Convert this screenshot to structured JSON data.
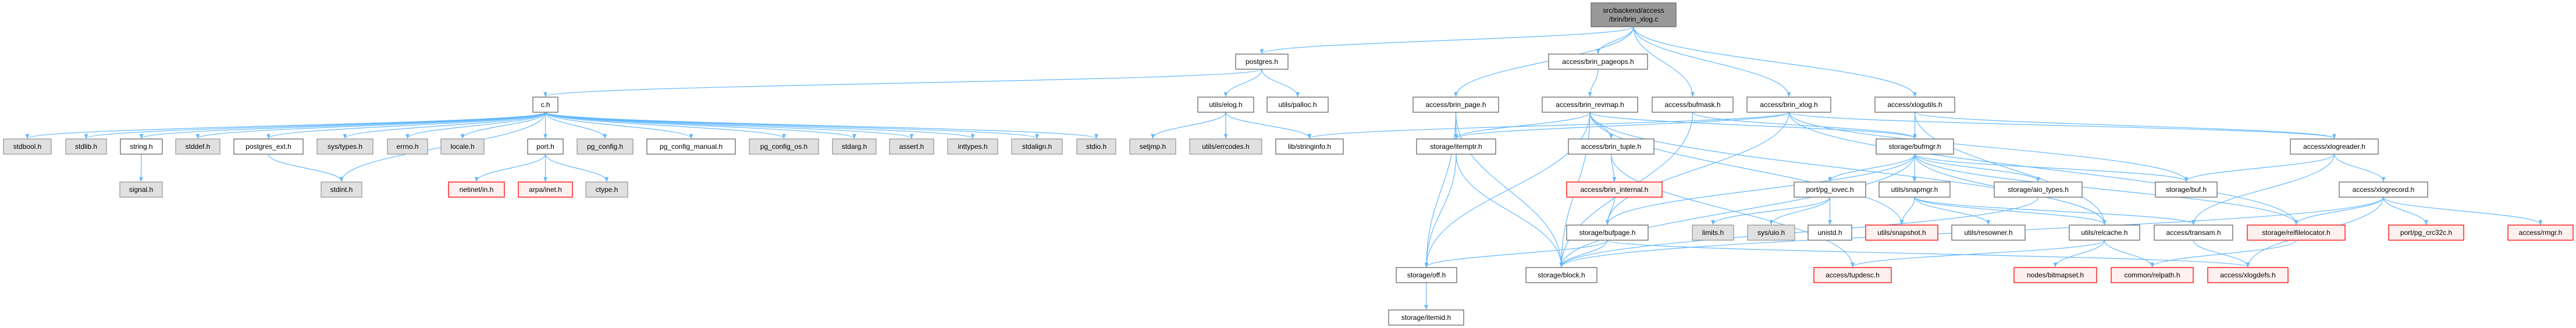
{
  "graph_title": "src/backend/access/brin/brin_xlog.c",
  "colors": {
    "edge": "#63b8ff",
    "root_fill": "#999999",
    "external_fill": "#e0e0e0",
    "missing_fill": "#fff0f0",
    "missing_stroke": "#ff0000"
  },
  "nodes": [
    {
      "id": "root",
      "label": [
        "src/backend/access",
        "/brin/brin_xlog.c"
      ],
      "kind": "root"
    },
    {
      "id": "postgres",
      "label": "postgres.h",
      "kind": "doc"
    },
    {
      "id": "brin_pageops",
      "label": "access/brin_pageops.h",
      "kind": "doc"
    },
    {
      "id": "c",
      "label": "c.h",
      "kind": "doc"
    },
    {
      "id": "elog",
      "label": "utils/elog.h",
      "kind": "doc"
    },
    {
      "id": "palloc",
      "label": "utils/palloc.h",
      "kind": "doc"
    },
    {
      "id": "brin_page",
      "label": "access/brin_page.h",
      "kind": "doc"
    },
    {
      "id": "brin_revmap",
      "label": "access/brin_revmap.h",
      "kind": "doc"
    },
    {
      "id": "bufmask",
      "label": "access/bufmask.h",
      "kind": "doc"
    },
    {
      "id": "brin_xlog",
      "label": "access/brin_xlog.h",
      "kind": "doc"
    },
    {
      "id": "xlogutils",
      "label": "access/xlogutils.h",
      "kind": "doc"
    },
    {
      "id": "stdbool",
      "label": "stdbool.h",
      "kind": "ext"
    },
    {
      "id": "stdlib",
      "label": "stdlib.h",
      "kind": "ext"
    },
    {
      "id": "string",
      "label": "string.h",
      "kind": "doc"
    },
    {
      "id": "stddef",
      "label": "stddef.h",
      "kind": "ext"
    },
    {
      "id": "postgres_ext",
      "label": "postgres_ext.h",
      "kind": "doc"
    },
    {
      "id": "systypes",
      "label": "sys/types.h",
      "kind": "ext"
    },
    {
      "id": "errno",
      "label": "errno.h",
      "kind": "ext"
    },
    {
      "id": "locale",
      "label": "locale.h",
      "kind": "ext"
    },
    {
      "id": "port",
      "label": "port.h",
      "kind": "doc"
    },
    {
      "id": "pg_config",
      "label": "pg_config.h",
      "kind": "ext"
    },
    {
      "id": "pg_config_manual",
      "label": "pg_config_manual.h",
      "kind": "doc"
    },
    {
      "id": "pg_config_os",
      "label": "pg_config_os.h",
      "kind": "ext"
    },
    {
      "id": "stdarg",
      "label": "stdarg.h",
      "kind": "ext"
    },
    {
      "id": "assert",
      "label": "assert.h",
      "kind": "ext"
    },
    {
      "id": "inttypes",
      "label": "inttypes.h",
      "kind": "ext"
    },
    {
      "id": "stdalign",
      "label": "stdalign.h",
      "kind": "ext"
    },
    {
      "id": "stdio",
      "label": "stdio.h",
      "kind": "ext"
    },
    {
      "id": "setjmp",
      "label": "setjmp.h",
      "kind": "ext"
    },
    {
      "id": "errcodes",
      "label": "utils/errcodes.h",
      "kind": "ext"
    },
    {
      "id": "stringinfo",
      "label": "lib/stringinfo.h",
      "kind": "doc"
    },
    {
      "id": "itemptr",
      "label": "storage/itemptr.h",
      "kind": "doc"
    },
    {
      "id": "brin_tuple",
      "label": "access/brin_tuple.h",
      "kind": "doc"
    },
    {
      "id": "bufmgr",
      "label": "storage/bufmgr.h",
      "kind": "doc"
    },
    {
      "id": "xlogreader",
      "label": "access/xlogreader.h",
      "kind": "doc"
    },
    {
      "id": "signal",
      "label": "signal.h",
      "kind": "ext"
    },
    {
      "id": "stdint",
      "label": "stdint.h",
      "kind": "ext"
    },
    {
      "id": "netinet",
      "label": "netinet/in.h",
      "kind": "missing"
    },
    {
      "id": "arpainet",
      "label": "arpa/inet.h",
      "kind": "missing"
    },
    {
      "id": "ctype",
      "label": "ctype.h",
      "kind": "ext"
    },
    {
      "id": "brin_internal",
      "label": "access/brin_internal.h",
      "kind": "missing"
    },
    {
      "id": "pg_iovec",
      "label": "port/pg_iovec.h",
      "kind": "doc"
    },
    {
      "id": "snapmgr",
      "label": "utils/snapmgr.h",
      "kind": "doc"
    },
    {
      "id": "aio_types",
      "label": "storage/aio_types.h",
      "kind": "doc"
    },
    {
      "id": "buf",
      "label": "storage/buf.h",
      "kind": "doc"
    },
    {
      "id": "xlogrecord",
      "label": "access/xlogrecord.h",
      "kind": "doc"
    },
    {
      "id": "bufpage",
      "label": "storage/bufpage.h",
      "kind": "doc"
    },
    {
      "id": "limits",
      "label": "limits.h",
      "kind": "ext"
    },
    {
      "id": "sysuio",
      "label": "sys/uio.h",
      "kind": "ext"
    },
    {
      "id": "unistd",
      "label": "unistd.h",
      "kind": "doc"
    },
    {
      "id": "snapshot",
      "label": "utils/snapshot.h",
      "kind": "missing"
    },
    {
      "id": "resowner",
      "label": "utils/resowner.h",
      "kind": "doc"
    },
    {
      "id": "relcache",
      "label": "utils/relcache.h",
      "kind": "doc"
    },
    {
      "id": "transam",
      "label": "access/transam.h",
      "kind": "doc"
    },
    {
      "id": "relfilelocator",
      "label": "storage/relfilelocator.h",
      "kind": "missing"
    },
    {
      "id": "pg_crc32c",
      "label": "port/pg_crc32c.h",
      "kind": "missing"
    },
    {
      "id": "rmgr",
      "label": "access/rmgr.h",
      "kind": "missing"
    },
    {
      "id": "off",
      "label": "storage/off.h",
      "kind": "doc"
    },
    {
      "id": "block",
      "label": "storage/block.h",
      "kind": "doc"
    },
    {
      "id": "tupdesc",
      "label": "access/tupdesc.h",
      "kind": "missing"
    },
    {
      "id": "bitmapset",
      "label": "nodes/bitmapset.h",
      "kind": "missing"
    },
    {
      "id": "relpath",
      "label": "common/relpath.h",
      "kind": "missing"
    },
    {
      "id": "xlogdefs",
      "label": "access/xlogdefs.h",
      "kind": "missing"
    },
    {
      "id": "itemid",
      "label": "storage/itemid.h",
      "kind": "doc"
    }
  ],
  "edges": [
    [
      "root",
      "postgres"
    ],
    [
      "root",
      "brin_page"
    ],
    [
      "root",
      "brin_pageops"
    ],
    [
      "root",
      "bufmask"
    ],
    [
      "root",
      "brin_xlog"
    ],
    [
      "root",
      "xlogutils"
    ],
    [
      "postgres",
      "c"
    ],
    [
      "postgres",
      "elog"
    ],
    [
      "postgres",
      "palloc"
    ],
    [
      "c",
      "stdbool"
    ],
    [
      "c",
      "stdlib"
    ],
    [
      "c",
      "string"
    ],
    [
      "c",
      "stddef"
    ],
    [
      "c",
      "postgres_ext"
    ],
    [
      "c",
      "systypes"
    ],
    [
      "c",
      "errno"
    ],
    [
      "c",
      "locale"
    ],
    [
      "c",
      "port"
    ],
    [
      "c",
      "pg_config"
    ],
    [
      "c",
      "pg_config_manual"
    ],
    [
      "c",
      "pg_config_os"
    ],
    [
      "c",
      "stdarg"
    ],
    [
      "c",
      "assert"
    ],
    [
      "c",
      "inttypes"
    ],
    [
      "c",
      "stdalign"
    ],
    [
      "c",
      "stdio"
    ],
    [
      "c",
      "stdint"
    ],
    [
      "string",
      "signal"
    ],
    [
      "postgres_ext",
      "stdint"
    ],
    [
      "port",
      "netinet"
    ],
    [
      "port",
      "arpainet"
    ],
    [
      "port",
      "ctype"
    ],
    [
      "elog",
      "setjmp"
    ],
    [
      "elog",
      "errcodes"
    ],
    [
      "elog",
      "stringinfo"
    ],
    [
      "brin_page",
      "itemptr"
    ],
    [
      "brin_page",
      "off"
    ],
    [
      "brin_page",
      "block"
    ],
    [
      "brin_pageops",
      "brin_revmap"
    ],
    [
      "brin_revmap",
      "itemptr"
    ],
    [
      "brin_revmap",
      "brin_tuple"
    ],
    [
      "brin_revmap",
      "block"
    ],
    [
      "brin_revmap",
      "off"
    ],
    [
      "brin_revmap",
      "snapshot"
    ],
    [
      "brin_revmap",
      "bufmgr"
    ],
    [
      "brin_revmap",
      "relcache"
    ],
    [
      "bufmask",
      "bufmgr"
    ],
    [
      "bufmask",
      "block"
    ],
    [
      "brin_xlog",
      "stringinfo"
    ],
    [
      "brin_xlog",
      "itemptr"
    ],
    [
      "brin_xlog",
      "bufpage"
    ],
    [
      "brin_xlog",
      "xlogreader"
    ],
    [
      "brin_xlog",
      "buf"
    ],
    [
      "brin_xlog",
      "relfilelocator"
    ],
    [
      "xlogutils",
      "xlogreader"
    ],
    [
      "xlogutils",
      "bufmgr"
    ],
    [
      "xlogutils",
      "relcache"
    ],
    [
      "bufmgr",
      "bufpage"
    ],
    [
      "bufmgr",
      "block"
    ],
    [
      "bufmgr",
      "pg_iovec"
    ],
    [
      "bufmgr",
      "snapmgr"
    ],
    [
      "bufmgr",
      "aio_types"
    ],
    [
      "bufmgr",
      "buf"
    ],
    [
      "bufmgr",
      "relfilelocator"
    ],
    [
      "bufmgr",
      "relcache"
    ],
    [
      "brin_tuple",
      "brin_internal"
    ],
    [
      "brin_tuple",
      "tupdesc"
    ],
    [
      "brin_internal",
      "bufpage"
    ],
    [
      "itemptr",
      "off"
    ],
    [
      "itemptr",
      "block"
    ],
    [
      "bufpage",
      "off"
    ],
    [
      "bufpage",
      "block"
    ],
    [
      "bufpage",
      "xlogdefs"
    ],
    [
      "off",
      "itemid"
    ],
    [
      "pg_iovec",
      "limits"
    ],
    [
      "pg_iovec",
      "sysuio"
    ],
    [
      "pg_iovec",
      "unistd"
    ],
    [
      "snapmgr",
      "snapshot"
    ],
    [
      "snapmgr",
      "resowner"
    ],
    [
      "snapmgr",
      "relcache"
    ],
    [
      "snapmgr",
      "transam"
    ],
    [
      "aio_types",
      "block"
    ],
    [
      "xlogreader",
      "buf"
    ],
    [
      "xlogreader",
      "transam"
    ],
    [
      "xlogreader",
      "xlogrecord"
    ],
    [
      "xlogrecord",
      "relfilelocator"
    ],
    [
      "xlogrecord",
      "pg_crc32c"
    ],
    [
      "xlogrecord",
      "rmgr"
    ],
    [
      "xlogrecord",
      "xlogdefs"
    ],
    [
      "xlogrecord",
      "block"
    ],
    [
      "relcache",
      "bitmapset"
    ],
    [
      "relcache",
      "relpath"
    ],
    [
      "relcache",
      "tupdesc"
    ],
    [
      "transam",
      "xlogdefs"
    ],
    [
      "relfilelocator",
      "relpath"
    ]
  ]
}
